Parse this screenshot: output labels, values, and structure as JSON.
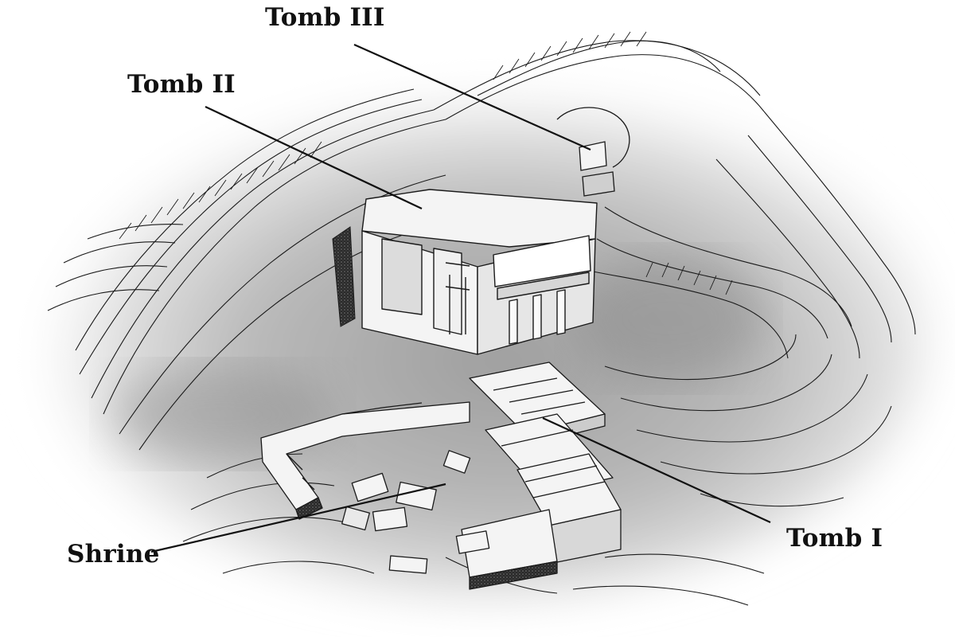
{
  "diagram": {
    "labels": {
      "tomb_iii": "Tomb III",
      "tomb_ii": "Tomb II",
      "tomb_i": "Tomb I",
      "shrine": "Shrine"
    }
  },
  "colors": {
    "background": "#ffffff",
    "shading": "#a9a9a9",
    "linework": "#1a1a1a",
    "stone_face": "#f4f4f4",
    "dark_fill": "#2b2b2b"
  }
}
